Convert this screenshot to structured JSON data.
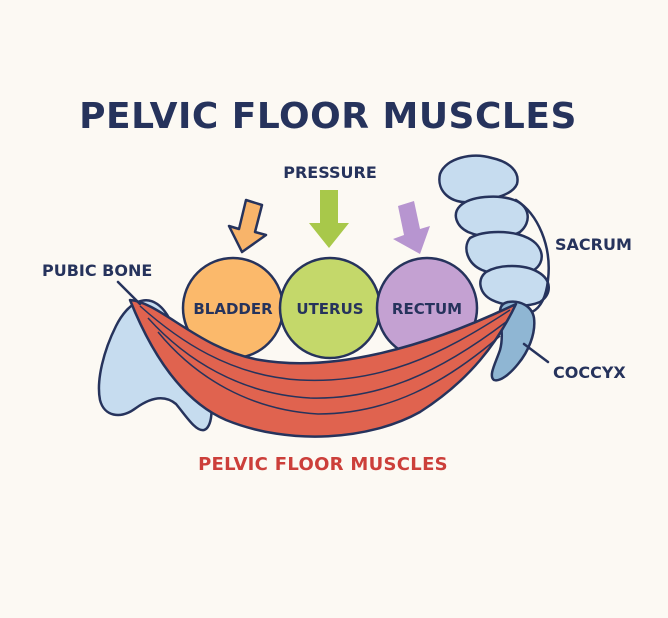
{
  "title": "PELVIC FLOOR MUSCLES",
  "pressure_label": "PRESSURE",
  "organs": {
    "bladder": "BLADDER",
    "uterus": "UTERUS",
    "rectum": "RECTUM"
  },
  "bones": {
    "pubic_bone": "PUBIC BONE",
    "sacrum": "SACRUM",
    "coccyx": "COCCYX"
  },
  "muscle_label": "PELVIC FLOOR MUSCLES",
  "colors": {
    "background": "#fcf9f3",
    "navy": "#26335c",
    "bladder": "#fbb96b",
    "uterus": "#c4d86a",
    "rectum": "#c4a1d2",
    "arrow_orange": "#f8b46a",
    "arrow_green": "#a8c84a",
    "arrow_purple": "#b795d0",
    "muscle": "#e0634f",
    "bone": "#c6dcef",
    "coccyx": "#8fb6d3",
    "muscle_label": "#cc3f3a"
  },
  "icons": [
    "pubic-bone-icon",
    "sacrum-icon",
    "coccyx-icon",
    "pressure-arrow-icon",
    "muscle-icon"
  ]
}
